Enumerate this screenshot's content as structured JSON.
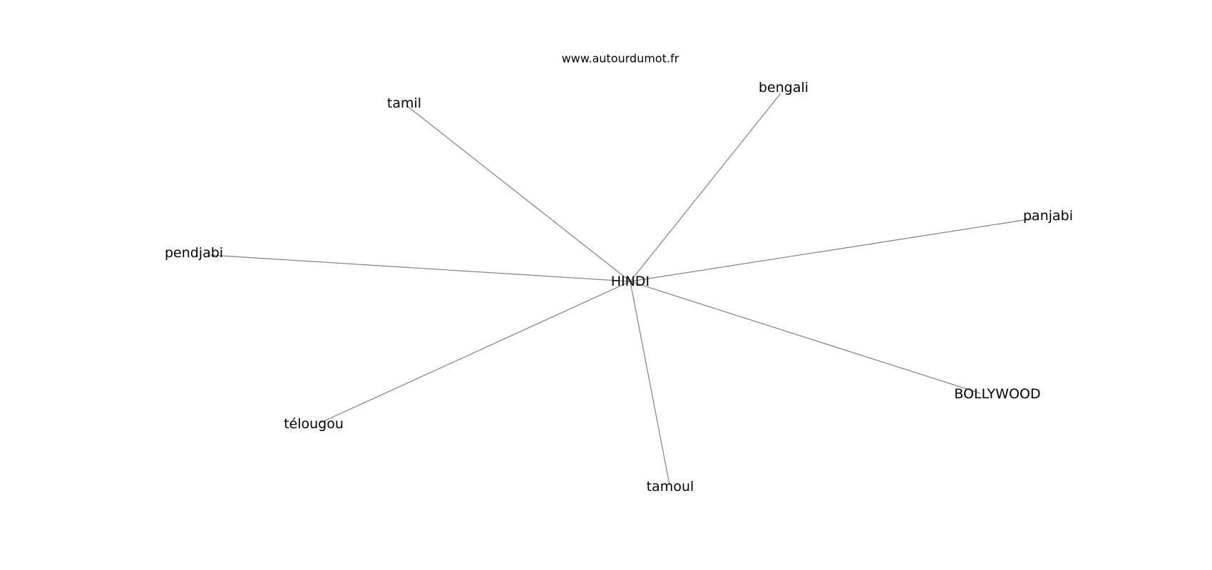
{
  "site": "www.autourdumot.fr",
  "graph": {
    "center": "HINDI",
    "nodes": [
      {
        "id": "HINDI"
      },
      {
        "id": "tamil"
      },
      {
        "id": "bengali"
      },
      {
        "id": "panjabi"
      },
      {
        "id": "pendjabi"
      },
      {
        "id": "BOLLYWOOD"
      },
      {
        "id": "télougou"
      },
      {
        "id": "tamoul"
      }
    ],
    "edges": [
      [
        "HINDI",
        "tamil"
      ],
      [
        "HINDI",
        "bengali"
      ],
      [
        "HINDI",
        "panjabi"
      ],
      [
        "HINDI",
        "pendjabi"
      ],
      [
        "HINDI",
        "BOLLYWOOD"
      ],
      [
        "HINDI",
        "télougou"
      ],
      [
        "HINDI",
        "tamoul"
      ]
    ],
    "edge_color": "#808080",
    "label_color": "#000000"
  }
}
